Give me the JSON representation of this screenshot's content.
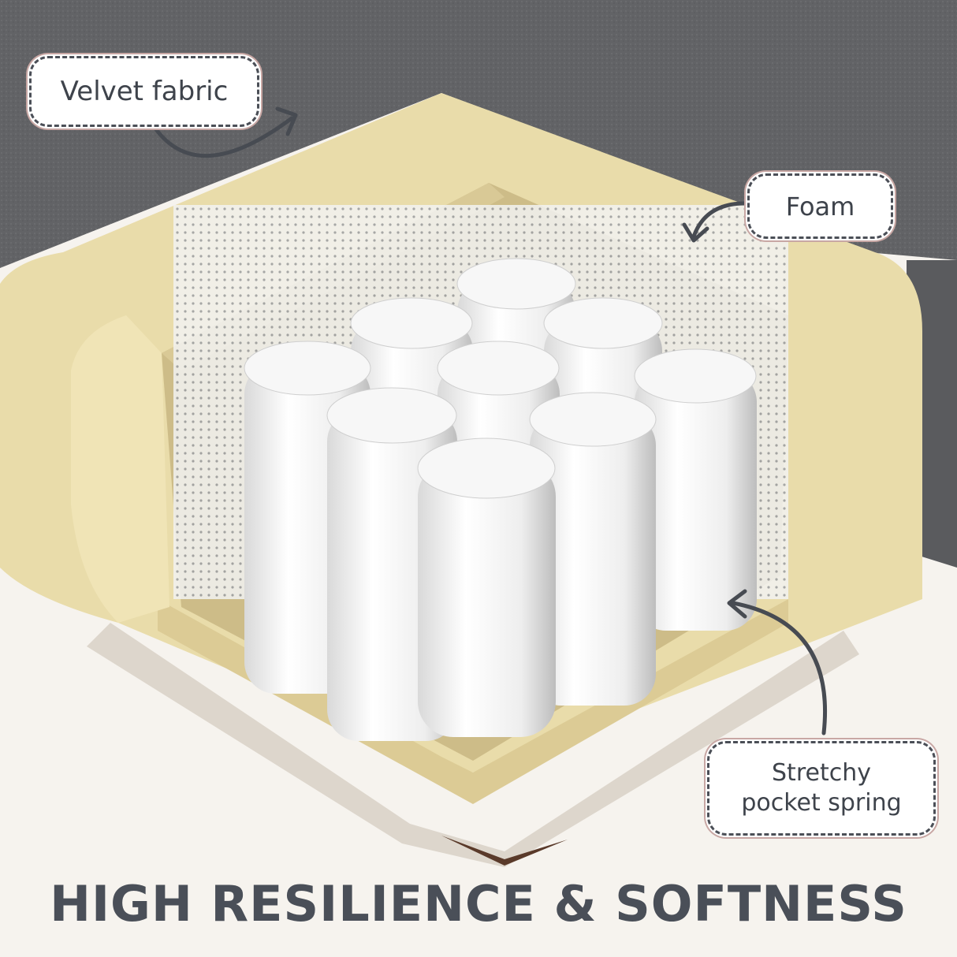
{
  "labels": {
    "velvet": "Velvet fabric",
    "foam": "Foam",
    "spring_line1": "Stretchy",
    "spring_line2": "pocket spring"
  },
  "headline": "HIGH RESILIENCE & SOFTNESS",
  "colors": {
    "fabric": "#5f6063",
    "foam": "#e9dcaa",
    "foam_shadow": "#c8b682",
    "spring": "#f3f3f3",
    "text": "#4a4f58",
    "background": "#f6f3ee"
  }
}
